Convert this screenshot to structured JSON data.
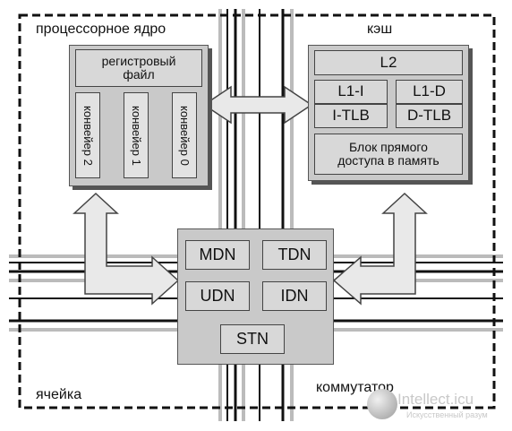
{
  "cell_label": "ячейка",
  "switch_label": "коммутатор",
  "processor": {
    "title": "процессорное ядро",
    "register_file": "регистровый файл",
    "pipelines": [
      "конвейер 2",
      "конвейер 1",
      "конвейер 0"
    ]
  },
  "cache": {
    "title": "кэш",
    "l2": "L2",
    "l1i": "L1-I",
    "itlb": "I-TLB",
    "l1d": "L1-D",
    "dtlb": "D-TLB",
    "dma": "Блок прямого доступа в память"
  },
  "networks": [
    "MDN",
    "TDN",
    "UDN",
    "IDN",
    "STN"
  ],
  "watermark": "Intellect.icu",
  "watermark_sub": "Искусственный разум"
}
